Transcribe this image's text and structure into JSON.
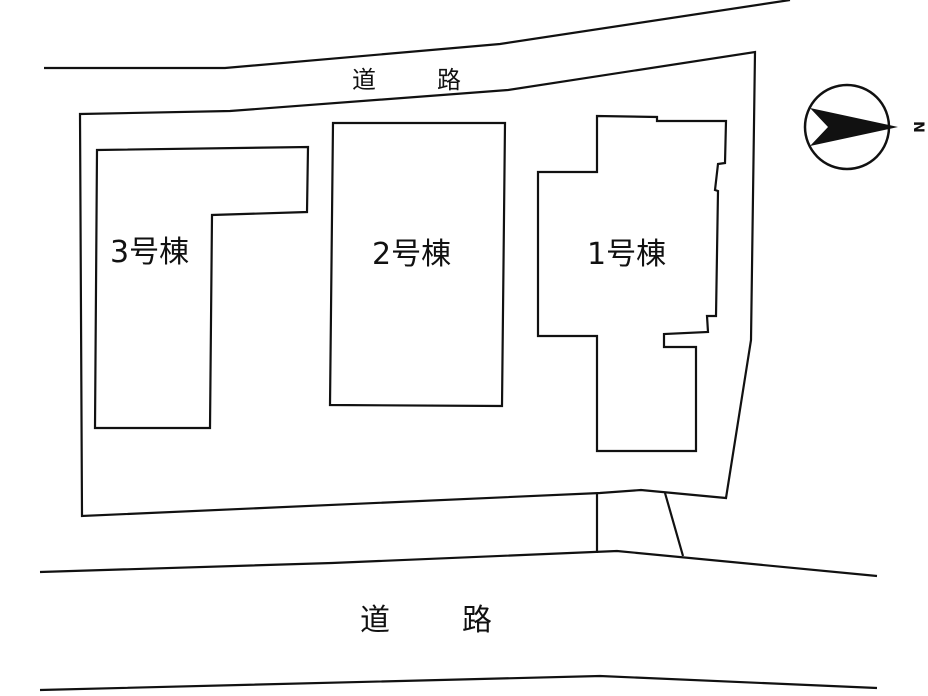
{
  "roads": {
    "north_label_1": "道",
    "north_label_2": "路",
    "south_label_1": "道",
    "south_label_2": "路"
  },
  "buildings": {
    "building_1": "1号棟",
    "building_2": "2号棟",
    "building_3": "3号棟"
  },
  "compass": {
    "north_letter": "N",
    "icon": "north-arrow-icon"
  },
  "colors": {
    "line": "#111111",
    "background": "#ffffff"
  }
}
